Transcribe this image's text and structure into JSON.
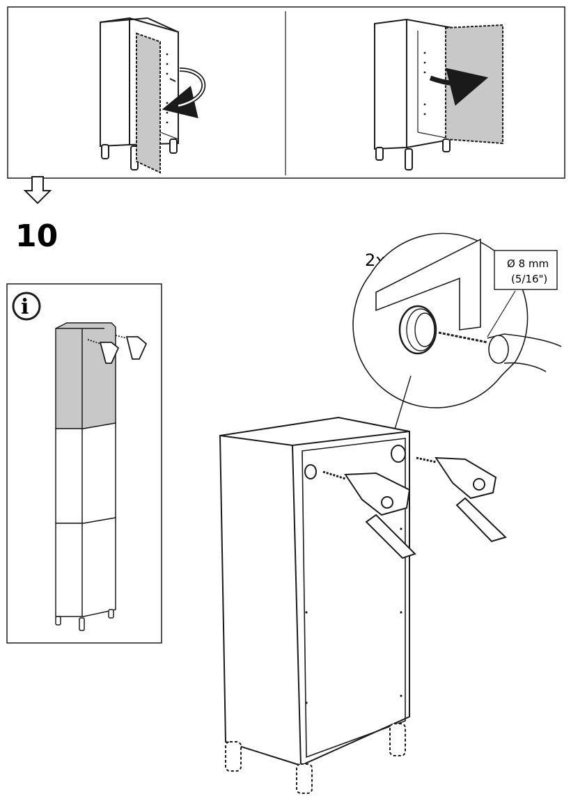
{
  "step": {
    "number": "10"
  },
  "detail": {
    "quantity": "2x"
  },
  "drill_bit": {
    "diameter_metric": "Ø 8 mm",
    "diameter_imperial": "(5/16\")"
  },
  "info": {
    "icon": "info-icon",
    "label": "i"
  },
  "colors": {
    "line": "#1a1a1a",
    "panel_fill": "#c8c8c8",
    "background": "#ffffff"
  },
  "icons": [
    "arrow-down-icon",
    "curved-arrow-icon",
    "right-arrow-icon",
    "drill-icon",
    "info-icon"
  ]
}
